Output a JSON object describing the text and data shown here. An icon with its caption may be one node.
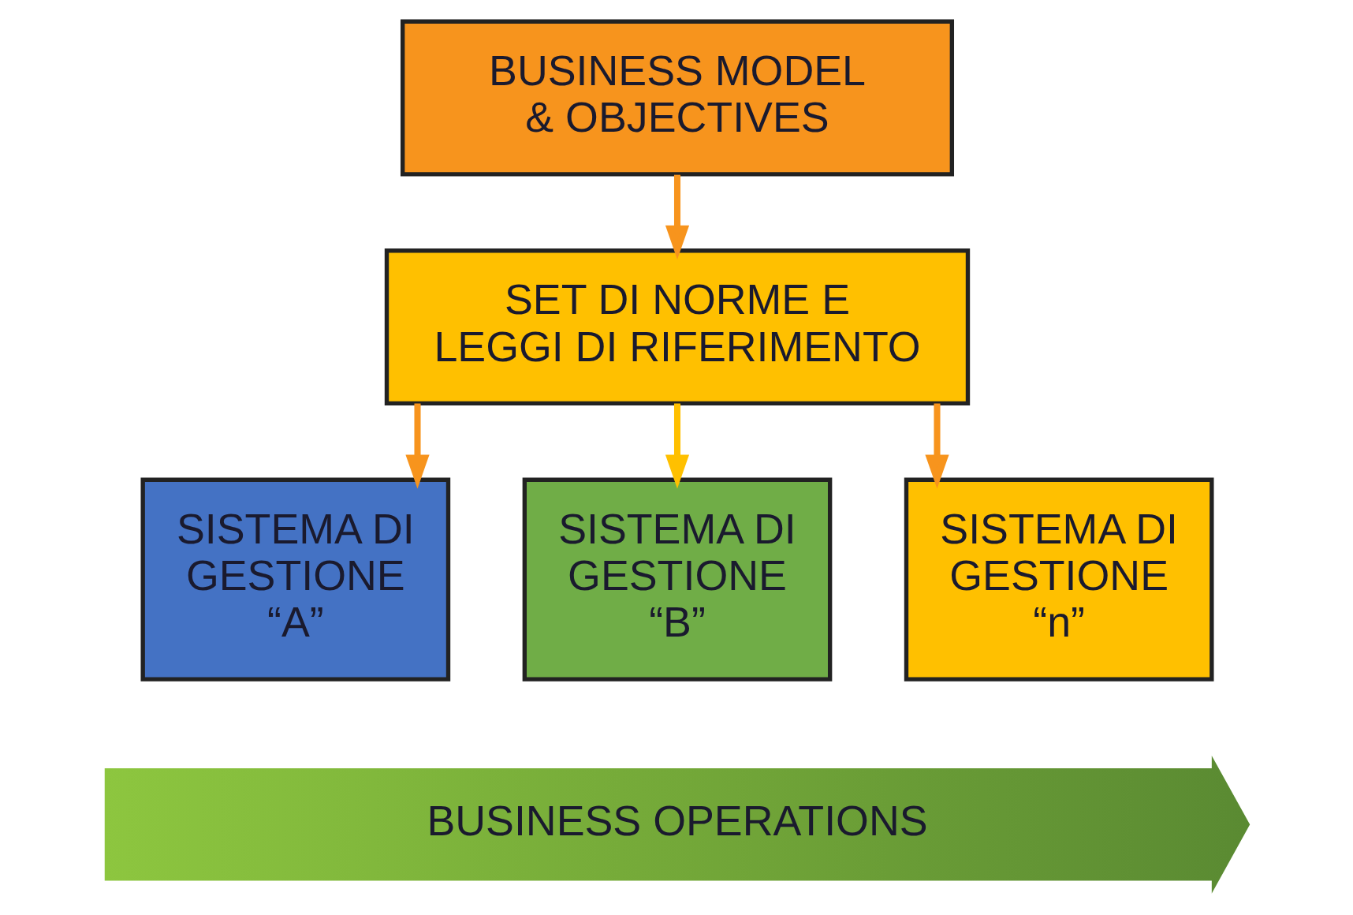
{
  "diagram": {
    "nodes": [
      {
        "text": [
          "BUSINESS MODEL & OBJECTIVES"
        ]
      },
      {
        "text": [
          "SET DI NORME E LEGGI DI RIFERIMENTO"
        ]
      },
      {
        "text": [
          "SISTEMA DI GESTIONE “A”"
        ]
      },
      {
        "text": [
          "SISTEMA DI GESTIONE “B”"
        ]
      },
      {
        "text": [
          "SISTEMA DI GESTIONE “n”"
        ]
      },
      {
        "text": [
          "BUSINESS OPERATIONS"
        ]
      }
    ],
    "edges": [
      {
        "from": 0,
        "to": 1,
        "arrow": "to"
      },
      {
        "from": 1,
        "to": 2,
        "arrow": "to"
      },
      {
        "from": 1,
        "to": 3,
        "arrow": "to",
        "color": "#ffc000"
      },
      {
        "from": 1,
        "to": 4,
        "arrow": "to"
      }
    ]
  }
}
